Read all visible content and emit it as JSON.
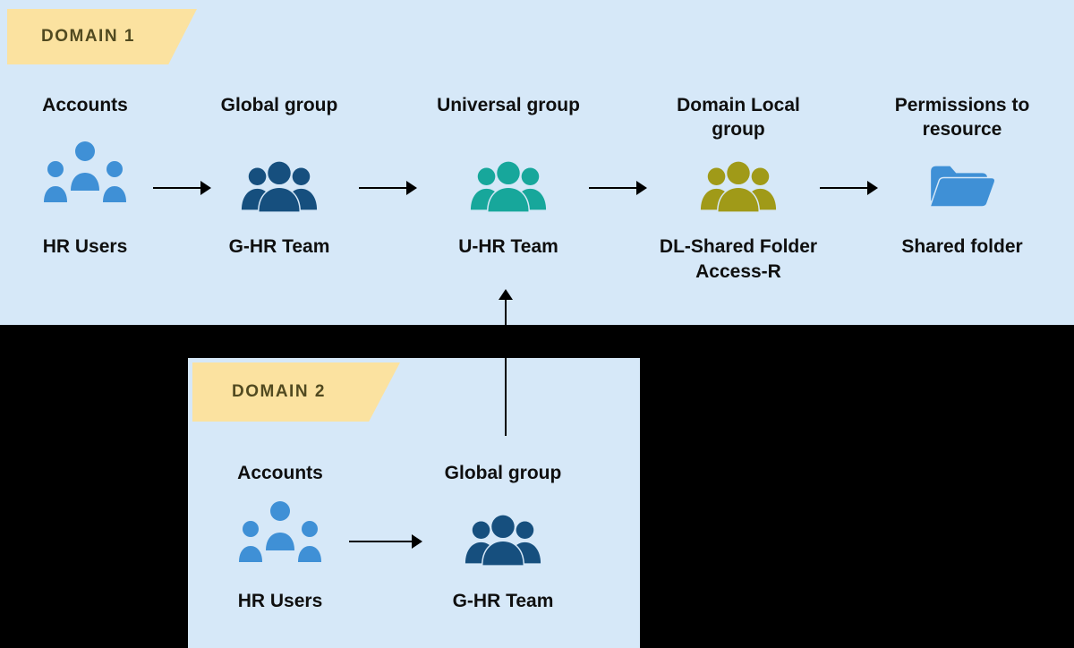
{
  "colors": {
    "background": "#000000",
    "panel": "#d6e8f8",
    "badge": "#fbe2a0",
    "badge_text": "#514a20",
    "text": "#0f0f0f",
    "arrow": "#000000",
    "users_icon": "#3f90d6",
    "global_group_icon": "#164f7e",
    "universal_group_icon": "#17a79b",
    "domain_local_group_icon": "#a09a18",
    "folder_icon": "#3f90d6"
  },
  "domain1": {
    "badge": "DOMAIN 1",
    "columns": [
      {
        "header": "Accounts",
        "label": "HR Users",
        "icon": "users-icon"
      },
      {
        "header": "Global group",
        "label": "G-HR Team",
        "icon": "group-icon"
      },
      {
        "header": "Universal group",
        "label": "U-HR Team",
        "icon": "group-icon"
      },
      {
        "header": "Domain Local group",
        "label": "DL-Shared Folder Access-R",
        "icon": "group-icon"
      },
      {
        "header": "Permissions to resource",
        "label": "Shared folder",
        "icon": "open-folder-icon"
      }
    ]
  },
  "domain2": {
    "badge": "DOMAIN 2",
    "columns": [
      {
        "header": "Accounts",
        "label": "HR Users",
        "icon": "users-icon"
      },
      {
        "header": "Global group",
        "label": "G-HR Team",
        "icon": "group-icon"
      }
    ]
  }
}
